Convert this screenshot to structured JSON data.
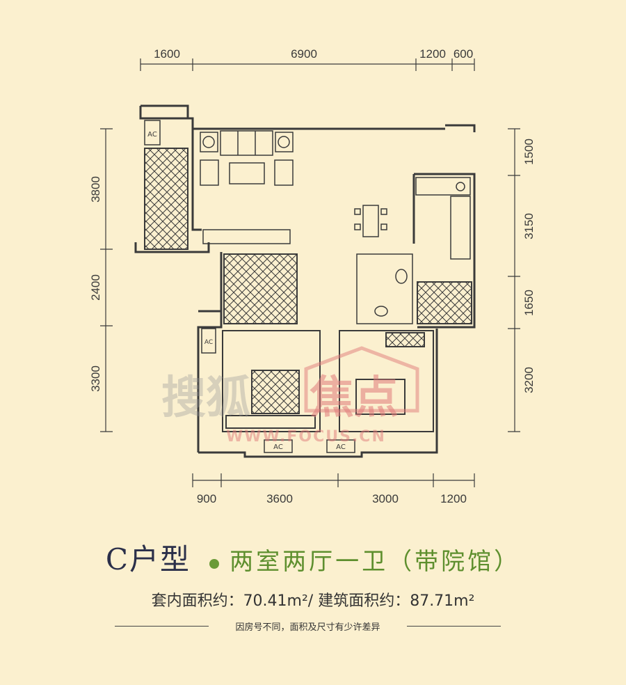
{
  "dimensions": {
    "top": [
      "1600",
      "6900",
      "1200",
      "600"
    ],
    "bottom": [
      "900",
      "3600",
      "3000",
      "1200"
    ],
    "left": [
      "3800",
      "2400",
      "3300"
    ],
    "right": [
      "1500",
      "3150",
      "1650",
      "3200"
    ]
  },
  "ac_label": "AC",
  "watermark": {
    "brand_gray": "搜狐",
    "brand_red": "焦点",
    "url": "WWW.FOCUS.CN"
  },
  "title": {
    "unit_type": "C户型",
    "rooms": "两室两厅一卫（带院馆）"
  },
  "area": {
    "text": "套内面积约：70.41m²/ 建筑面积约：87.71m²"
  },
  "note": "因房号不同，面积及尺寸有少许差异",
  "colors": {
    "background": "#fbf0cf",
    "wall": "#3a3a3a",
    "accent_green": "#6a9a38",
    "title_navy": "#2b2f4a",
    "watermark_red": "#e07a7a"
  }
}
